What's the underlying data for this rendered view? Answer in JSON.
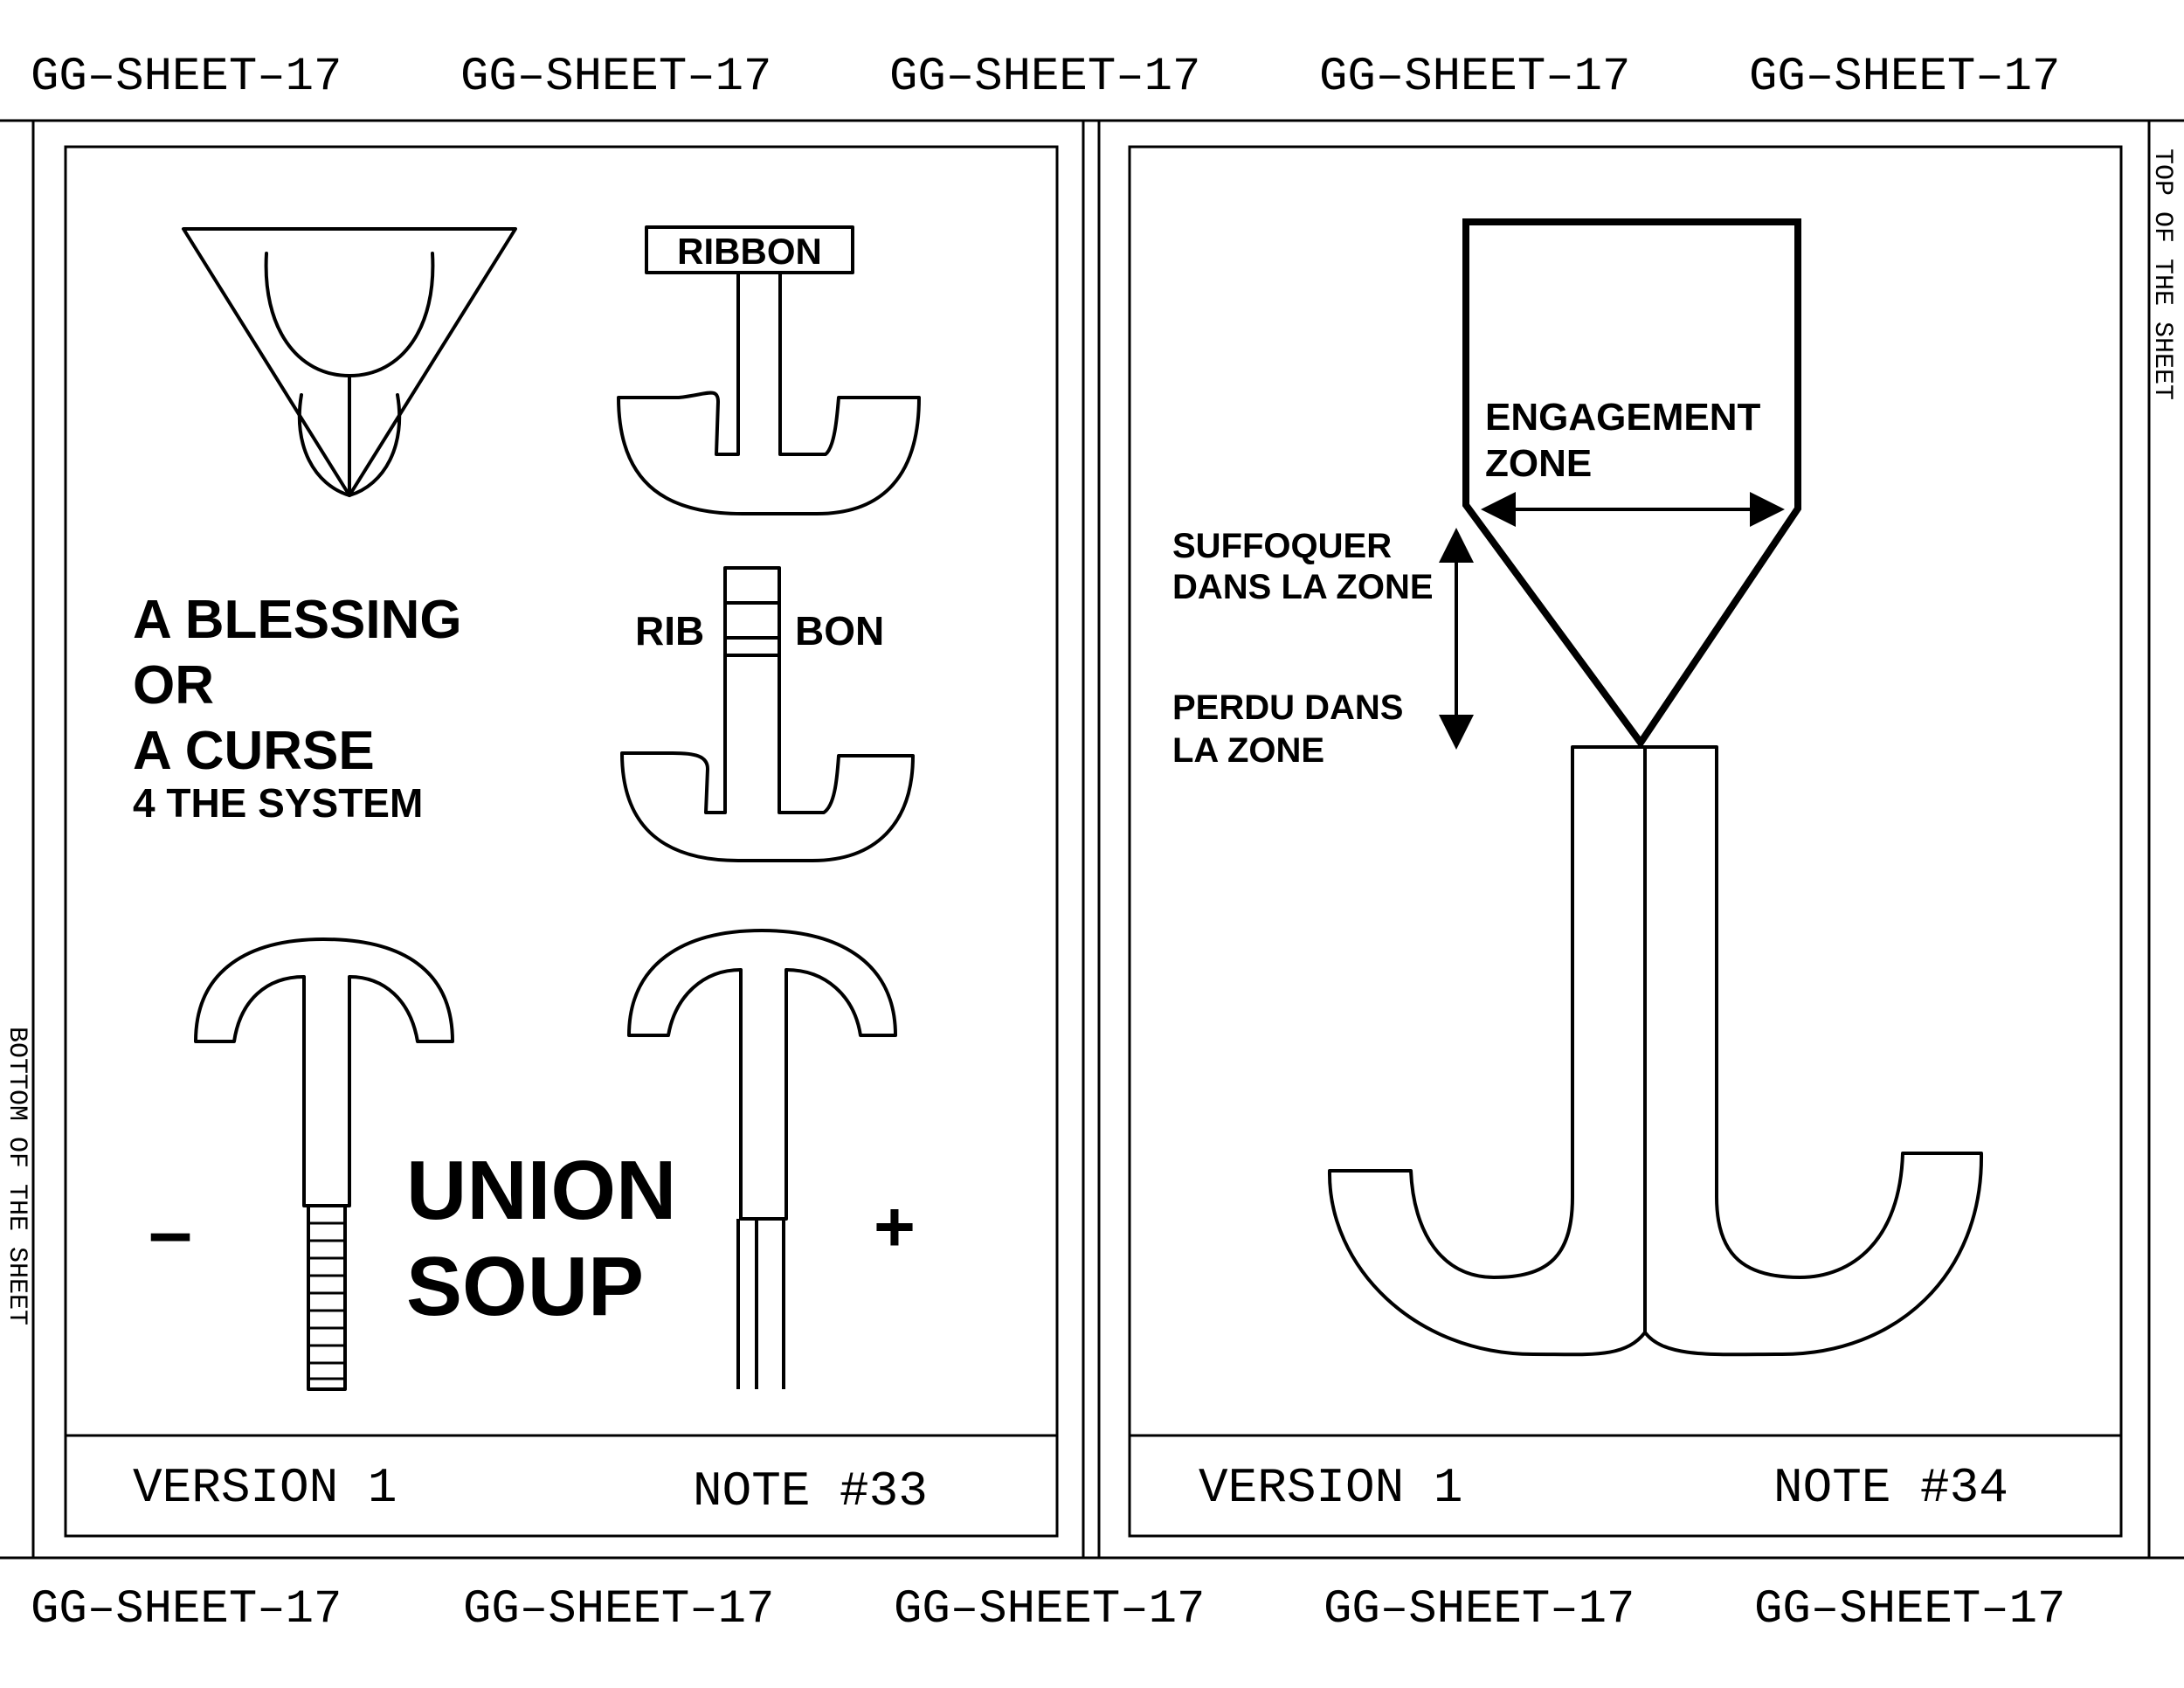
{
  "sheet": {
    "header_labels": [
      "GG–SHEET–17",
      "GG–SHEET–17",
      "GG–SHEET–17",
      "GG–SHEET–17",
      "GG–SHEET–17"
    ],
    "footer_labels": [
      "GG–SHEET–17",
      "GG–SHEET–17",
      "GG–SHEET–17",
      "GG–SHEET–17",
      "GG–SHEET–17"
    ],
    "left_side_label": "BOTTOM OF THE SHEET",
    "right_side_label": "TOP OF THE SHEET"
  },
  "note33": {
    "ribbon_label": "RIBBON",
    "rib": "RIB",
    "bon": "BON",
    "blessing_line1": "A BLESSING",
    "blessing_line2": "OR",
    "blessing_line3": "A CURSE",
    "blessing_line4": "4 THE SYSTEM",
    "minus": "–",
    "plus": "+",
    "union": "UNION",
    "soup": "SOUP",
    "version": "VERSION 1",
    "note": "NOTE #33"
  },
  "note34": {
    "engagement_line1": "ENGAGEMENT",
    "engagement_line2": "ZONE",
    "suffoquer_line1": "SUFFOQUER",
    "suffoquer_line2": "DANS LA ZONE",
    "perdu_line1": "PERDU DANS",
    "perdu_line2": "LA ZONE",
    "version": "VERSION 1",
    "note": "NOTE #34"
  }
}
